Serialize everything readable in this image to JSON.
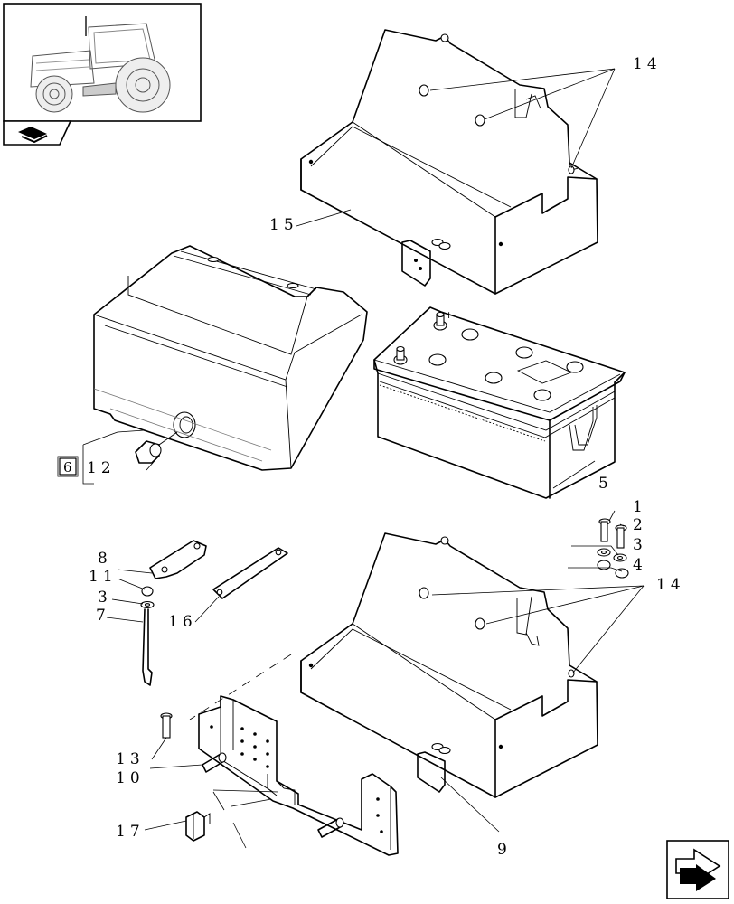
{
  "header": {
    "thumbnail_icon": "tractor-thumbnail-icon",
    "nav_icon": "previous-page-icon"
  },
  "footer": {
    "nav_icon": "next-page-icon"
  },
  "callouts": {
    "c1": "1",
    "c2": "2",
    "c3a": "3",
    "c3b": "3",
    "c4": "4",
    "c5": "5",
    "c7": "7",
    "c8": "8",
    "c9": "9",
    "c10": "10",
    "c11": "11",
    "c12": "12",
    "c13": "13",
    "c14a": "14",
    "c14b": "14",
    "c15": "15",
    "c16": "16",
    "c17": "17"
  },
  "kit_box": "6"
}
